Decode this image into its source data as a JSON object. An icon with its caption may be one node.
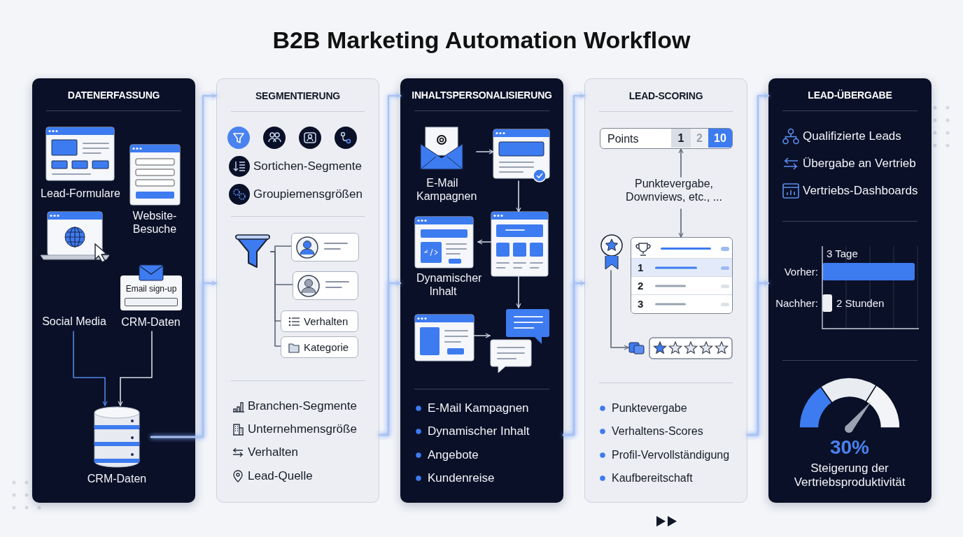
{
  "diagram": {
    "title": "B2B Marketing Automation Workflow",
    "nodes": [
      {
        "text": [
          "DATENERFASSUNG"
        ]
      },
      {
        "text": [
          "SEGMENTIERUNG"
        ]
      },
      {
        "text": [
          "INHALTSPERSONALISIERUNG"
        ]
      },
      {
        "text": [
          "LEAD-SCORING"
        ]
      },
      {
        "text": [
          "LEAD-ÜBERGABE"
        ]
      },
      {
        "text": [
          "Social Media"
        ],
        "in": 0
      },
      {
        "text": [
          "Email sign-up"
        ],
        "beside": [
          "CRM-Daten"
        ],
        "in": 0
      },
      {
        "text": [
          "CRM-Daten"
        ],
        "in": 0
      },
      {
        "text": [],
        "shape": "picture",
        "in": 1
      },
      {
        "text": [],
        "shape": "box",
        "in": 1
      },
      {
        "text": [],
        "shape": "box",
        "in": 1
      },
      {
        "text": [
          "Verhalten"
        ],
        "in": 1
      },
      {
        "text": [
          "Kategorie"
        ],
        "in": 1
      },
      {
        "text": [
          "E-Mail Kampagnen"
        ],
        "in": 2
      },
      {
        "text": [],
        "shape": "picture",
        "in": 2
      },
      {
        "text": [],
        "shape": "picture",
        "in": 2
      },
      {
        "text": [
          "Dynamischer Inhalt"
        ],
        "in": 2
      },
      {
        "text": [],
        "shape": "picture",
        "in": 2
      },
      {
        "text": [],
        "shape": "picture",
        "in": 2
      },
      {
        "text": [
          "Points",
          "1",
          "2",
          "10"
        ],
        "in": 3
      },
      {
        "text": [
          "Punktevergabe, Downviews, etc., ..."
        ],
        "in": 3
      },
      {
        "text": [
          "1",
          "2",
          "3"
        ],
        "in": 3
      },
      {
        "text": [],
        "shape": "picture",
        "in": 3
      },
      {
        "text": [],
        "shape": "picture",
        "in": 3
      }
    ],
    "edges": [
      {
        "from": 7,
        "to": 1,
        "arrow": "to"
      },
      {
        "from": 7,
        "to": 1,
        "arrow": "to"
      },
      {
        "from": 1,
        "to": 2,
        "arrow": "to"
      },
      {
        "from": 1,
        "to": 2,
        "arrow": "to"
      },
      {
        "from": 2,
        "to": 3,
        "arrow": "to"
      },
      {
        "from": 2,
        "to": 3,
        "arrow": "to"
      },
      {
        "from": 3,
        "to": 4,
        "arrow": "to"
      },
      {
        "from": 3,
        "to": 4,
        "arrow": "to"
      },
      {
        "from": 5,
        "to": 7,
        "arrow": "to",
        "color": "#4f86ea"
      },
      {
        "from": 6,
        "to": 7,
        "arrow": "to"
      },
      {
        "from": 8,
        "to": 9,
        "arrow": "none",
        "color": "#5b6474"
      },
      {
        "from": 8,
        "to": 10,
        "arrow": "none",
        "color": "#5b6474"
      },
      {
        "from": 8,
        "to": 11,
        "arrow": "none",
        "color": "#5b6474"
      },
      {
        "from": 8,
        "to": 12,
        "arrow": "none",
        "color": "#5b6474"
      },
      {
        "from": 13,
        "to": 14,
        "arrow": "to"
      },
      {
        "from": 14,
        "to": 15,
        "arrow": "to"
      },
      {
        "from": 15,
        "to": 16,
        "arrow": "to"
      },
      {
        "from": 15,
        "to": 18,
        "arrow": "to"
      },
      {
        "from": 17,
        "to": 18,
        "arrow": "to"
      },
      {
        "from": 20,
        "to": 19,
        "arrow": "to",
        "color": "#5b6474"
      },
      {
        "from": 20,
        "to": 21,
        "arrow": "to",
        "color": "#5b6474"
      },
      {
        "from": 22,
        "to": 23,
        "arrow": "to",
        "color": "#5b6474"
      }
    ],
    "labels": [
      "Lead-Formulare",
      "Website-Besuche",
      "Sortichen-Segmente",
      "Groupiemensgrößen",
      "Branchen-Segmente",
      "Unternehmensgröße",
      "Verhalten",
      "Lead-Quelle",
      "E-Mail Kampagnen",
      "Dynamischer Inhalt",
      "Angebote",
      "Kundenreise",
      "Punktevergabe",
      "Verhaltens-Scores",
      "Profil-Vervollständigung",
      "Kaufbereitschaft",
      "Qualifizierte Leads",
      "Übergabe an Vertrieb",
      "Vertriebs-Dashboards",
      "3 Tage",
      "Vorher:",
      "Nachher:",
      "2 Stunden",
      "30%",
      "Steigerung der Vertriebsproduktivität"
    ]
  }
}
